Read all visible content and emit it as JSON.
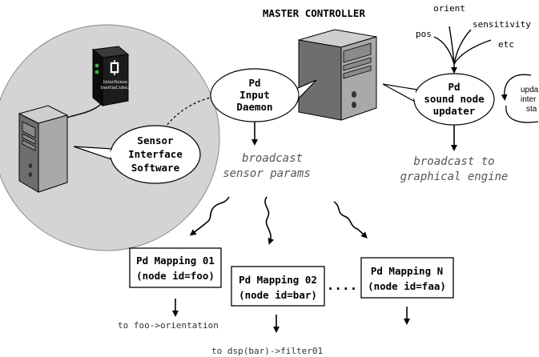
{
  "master_controller": {
    "title": "MASTER CONTROLLER"
  },
  "sensor_device": {
    "brand_line1": "InterSense",
    "brand_line2": "InertiaCube3"
  },
  "bubbles": {
    "input_daemon": [
      "Pd",
      "Input",
      "Daemon"
    ],
    "sensor_interface": [
      "Sensor",
      "Interface",
      "Software"
    ],
    "sound_node_updater": [
      "Pd",
      "sound node",
      "updater"
    ],
    "update_loop": [
      "upda",
      "inter",
      "sta"
    ]
  },
  "inputs": {
    "orient": "orient",
    "pos": "pos",
    "sensitivity": "sensitivity",
    "etc": "etc"
  },
  "captions": {
    "broadcast_sensor": [
      "broadcast",
      "sensor params"
    ],
    "broadcast_graphical": [
      "broadcast to",
      "graphical engine"
    ]
  },
  "mappings": [
    {
      "line1": "Pd Mapping 01",
      "line2": "(node id=foo)",
      "output": "to foo->orientation"
    },
    {
      "line1": "Pd Mapping 02",
      "line2": "(node id=bar)",
      "output": "to dsp(bar)->filter01"
    },
    {
      "line1": "Pd Mapping N",
      "line2": "(node id=faa)",
      "output": ""
    }
  ],
  "ellipsis": "....",
  "colors": {
    "circle_fill": "#d4d4d4",
    "tower_body": "#a9a9a9",
    "tower_dark": "#6e6e6e",
    "device_body": "#1c1c1c",
    "led_green": "#3fae3f"
  }
}
